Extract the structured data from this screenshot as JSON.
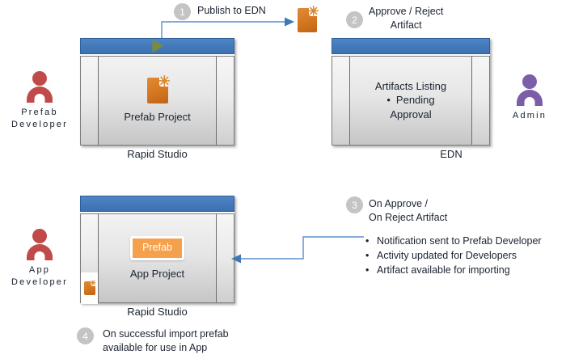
{
  "diagram": {
    "title": "Prefab publish and import workflow",
    "accent_blue": "#4379ba",
    "connector_blue": "#5b8fc9",
    "artifact_orange": "#d4761f",
    "badge_gray": "#c4c4c4"
  },
  "actors": [
    {
      "id": "prefab-developer",
      "label": "Prefab\nDeveloper",
      "color": "#c04a4a"
    },
    {
      "id": "admin",
      "label": "Admin",
      "color": "#7b5ea7"
    },
    {
      "id": "app-developer",
      "label": "App\nDeveloper",
      "color": "#c04a4a"
    }
  ],
  "windows": {
    "prefab_studio": {
      "main_text": "Prefab Project",
      "caption": "Rapid Studio",
      "run_icon": "play-triangle-icon",
      "project_icon": "artifact-document-icon"
    },
    "edn": {
      "main_text_line1": "Artifacts Listing",
      "main_text_line2": "Pending",
      "main_text_line3": "Approval",
      "bullet": "•",
      "caption": "EDN"
    },
    "app_studio": {
      "chip_label": "Prefab",
      "main_text": "App  Project",
      "caption": "Rapid Studio",
      "imported_icon": "artifact-document-icon"
    }
  },
  "steps": [
    {
      "number": "1",
      "text": "Publish to EDN"
    },
    {
      "number": "2",
      "text": "Approve / Reject\nArtifact"
    },
    {
      "number": "3",
      "text": "On Approve /\nOn Reject Artifact"
    },
    {
      "number": "4",
      "text": "On successful import prefab\navailable for use in App"
    }
  ],
  "outcomes": {
    "bullet_glyph": "•",
    "items": [
      "Notification sent to Prefab Developer",
      "Activity updated for Developers",
      "Artifact available for importing"
    ]
  },
  "artifact_icon_name": "artifact-document-icon"
}
